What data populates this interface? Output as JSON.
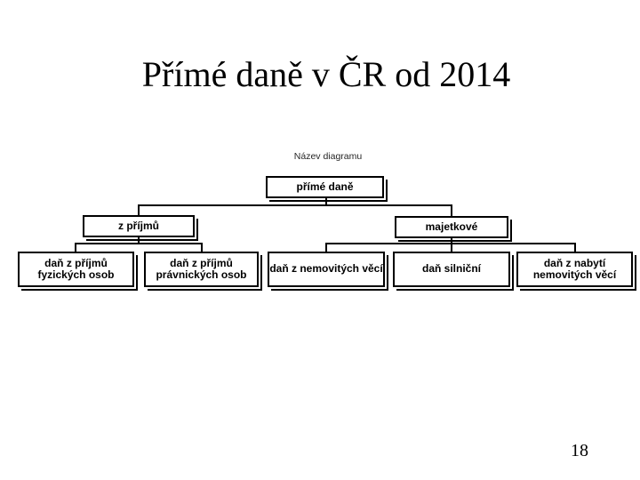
{
  "slide": {
    "title": "Přímé daně v ČR od 2014",
    "page_number": "18"
  },
  "colors": {
    "background": "#ffffff",
    "box_border": "#000000",
    "box_fill": "#ffffff",
    "connector": "#000000",
    "text": "#000000"
  },
  "diagram": {
    "caption": "Název diagramu",
    "type": "org-chart",
    "nodes": [
      {
        "id": "root",
        "label": "přímé daně",
        "parent": null
      },
      {
        "id": "income",
        "label": "z příjmů",
        "parent": "root"
      },
      {
        "id": "property",
        "label": "majetkové",
        "parent": "root"
      },
      {
        "id": "income-individuals",
        "label": "daň z příjmů fyzických osob",
        "parent": "income"
      },
      {
        "id": "income-corporations",
        "label": "daň z příjmů právnických osob",
        "parent": "income"
      },
      {
        "id": "real-estate",
        "label": "daň z nemovitých věcí",
        "parent": "property"
      },
      {
        "id": "road",
        "label": "daň silniční",
        "parent": "property"
      },
      {
        "id": "acquisition",
        "label": "daň z nabytí nemovitých věcí",
        "parent": "property"
      }
    ]
  }
}
